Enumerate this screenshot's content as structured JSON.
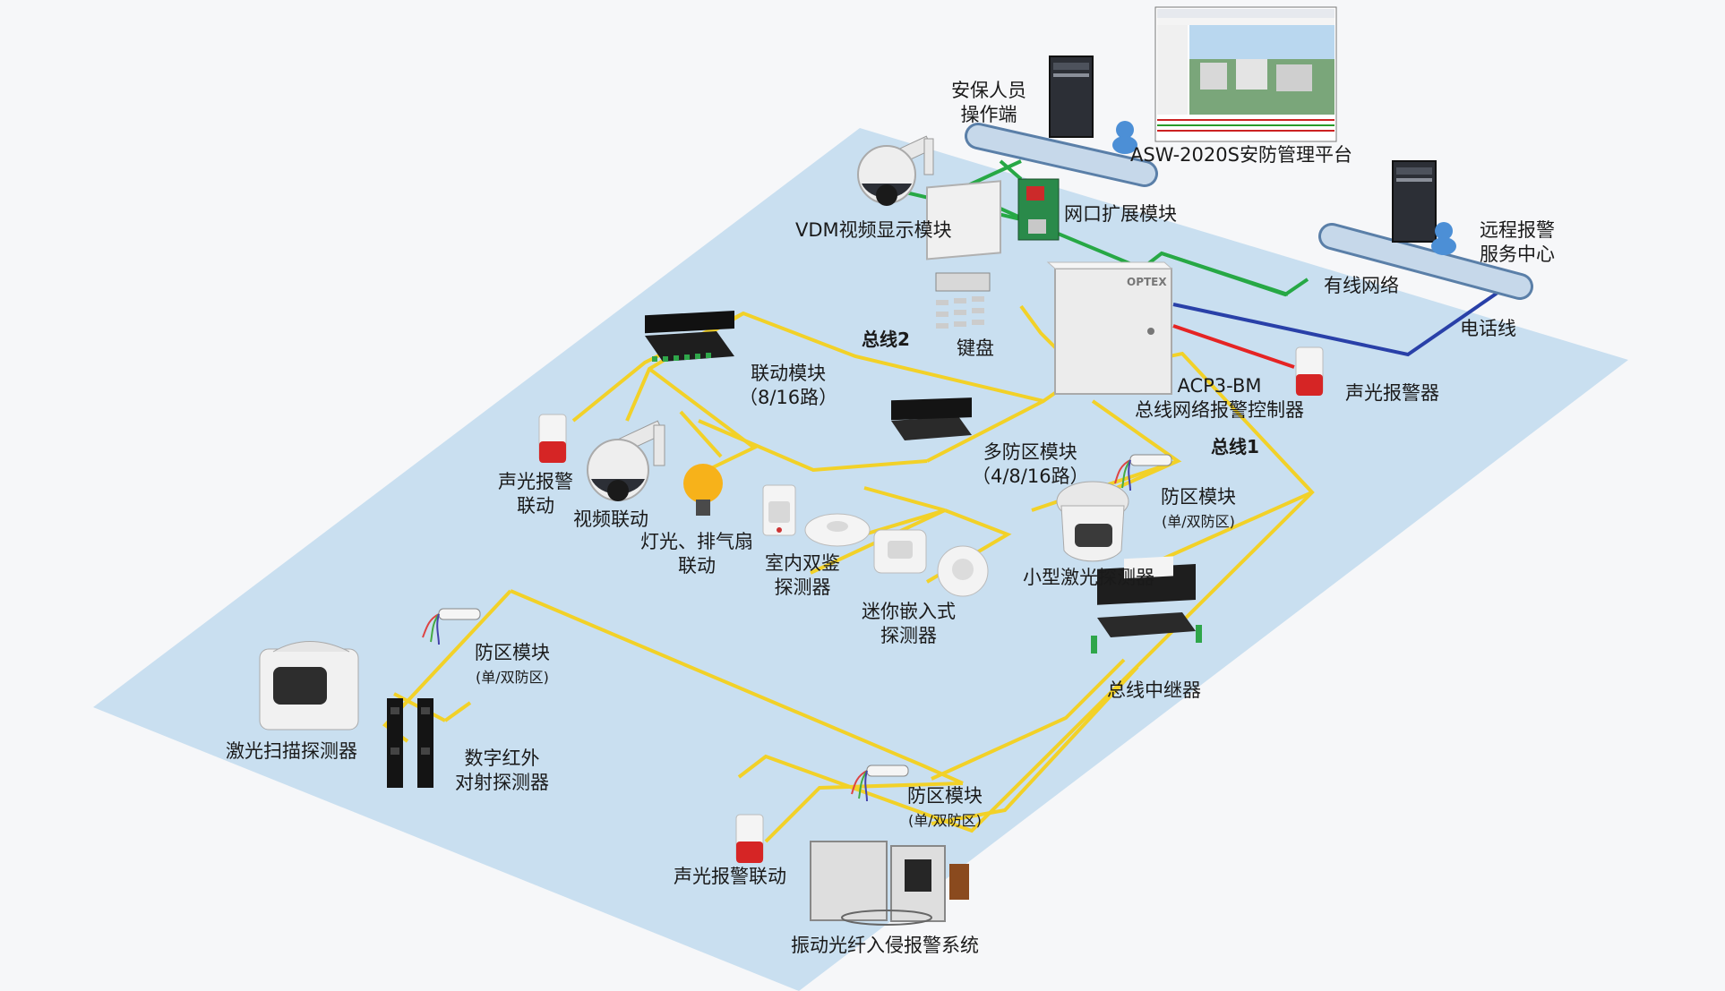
{
  "labels": {
    "operator": [
      "安保人员",
      "操作端"
    ],
    "platform": "ASW-2020S安防管理平台",
    "vdm": "VDM视频显示模块",
    "netExt": "网口扩展模块",
    "remote": [
      "远程报警",
      "服务中心"
    ],
    "wired": "有线网络",
    "phone": "电话线",
    "keypad": "键盘",
    "bus2": "总线2",
    "bus1": "总线1",
    "controller": [
      "ACP3-BM",
      "总线网络报警控制器"
    ],
    "siren": "声光报警器",
    "linkage": [
      "联动模块",
      "（8/16路）"
    ],
    "sirenLink": [
      "声光报警",
      "联动"
    ],
    "videoLink": "视频联动",
    "lightFan": [
      "灯光、排气扇",
      "联动"
    ],
    "multiZone": [
      "多防区模块",
      "（4/8/16路）"
    ],
    "zoneA": [
      "防区模块",
      "(单/双防区)"
    ],
    "indoorDual": [
      "室内双鉴",
      "探测器"
    ],
    "miniEmbed": [
      "迷你嵌入式",
      "探测器"
    ],
    "smallLaser": "小型激光探测器",
    "repeater": "总线中继器",
    "zoneB": [
      "防区模块",
      "(单/双防区)"
    ],
    "laserScan": "激光扫描探测器",
    "ir": [
      "数字红外",
      "对射探测器"
    ],
    "zoneC": [
      "防区模块",
      "(单/双防区)"
    ],
    "sirenLink2": "声光报警联动",
    "fiber": "振动光纤入侵报警系统",
    "optex": "OPTEX"
  },
  "colors": {
    "platform_bg": "#c9dff0",
    "bus": "#f2d128",
    "network": "#27a845",
    "phone": "#2940a8",
    "alarm": "#e52424"
  }
}
